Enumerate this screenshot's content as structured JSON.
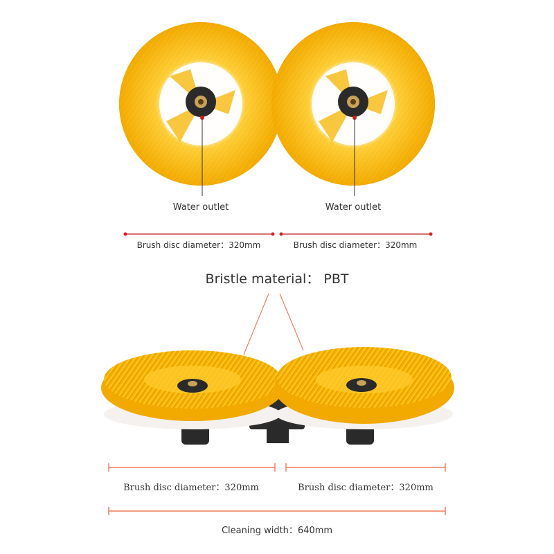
{
  "top_section": {
    "left_callout": "Water outlet",
    "right_callout": "Water outlet",
    "left_diameter": "Brush disc diameter：320mm",
    "right_diameter": "Brush disc diameter：320mm"
  },
  "bristle_label": "Bristle material： PBT",
  "bottom_section": {
    "left_diameter": "Brush disc diameter：320mm",
    "right_diameter": "Brush disc diameter：320mm",
    "cleaning_width": "Cleaning width：640mm"
  },
  "colors": {
    "bristle": "#f7b400",
    "bristle_dark": "#e29a00",
    "accent_line": "#f47c5a",
    "dot": "#d81e1e",
    "base": "#f4f1ee",
    "hub": "#2a2a2a"
  }
}
